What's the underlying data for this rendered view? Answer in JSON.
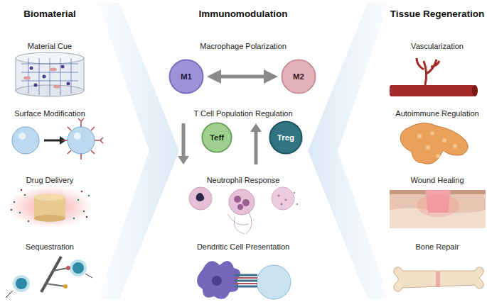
{
  "diagram": {
    "nodes": [
      {
        "text": [
          "M1"
        ]
      },
      {
        "text": [
          "M2"
        ]
      },
      {
        "text": [
          "Teff"
        ]
      },
      {
        "text": [
          "Treg"
        ]
      }
    ],
    "edges": [
      {
        "from": 0,
        "to": 1,
        "arrow": "both"
      }
    ],
    "labels": [
      "Biomaterial",
      "Material Cue",
      "Surface Modification",
      "Drug Delivery",
      "Sequestration",
      "Immunomodulation",
      "Macrophage Polarization",
      "T Cell Population Regulation",
      "Neutrophil Response",
      "Dendritic Cell Presentation",
      "Tissue Regeneration",
      "Vascularization",
      "Autoimmune Regulation",
      "Wound Healing",
      "Bone Repair"
    ]
  }
}
